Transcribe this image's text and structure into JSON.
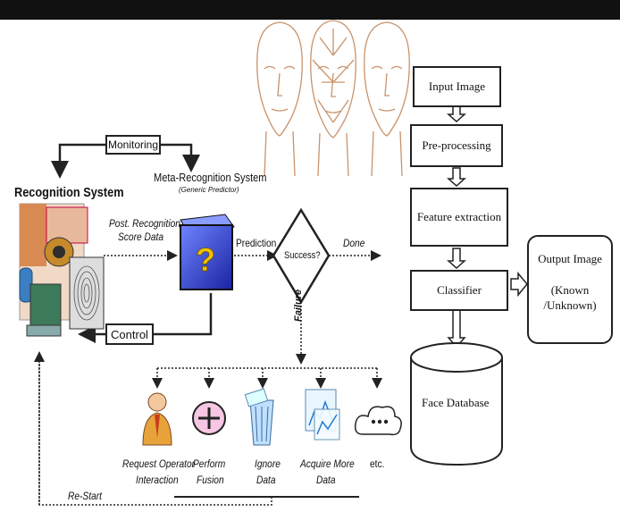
{
  "left_diagram": {
    "monitoring": "Monitoring",
    "recognition_system": "Recognition System",
    "meta_recognition": "Meta-Recognition System",
    "generic_predictor": "(Generic Predictor)",
    "post_recognition_1": "Post. Recognition",
    "post_recognition_2": "Score Data",
    "prediction": "Prediction",
    "success": "Success?",
    "done": "Done",
    "failure": "Failure",
    "control": "Control",
    "actions": [
      {
        "line1": "Request Operator",
        "line2": "Interaction"
      },
      {
        "line1": "Perform",
        "line2": "Fusion"
      },
      {
        "line1": "Ignore",
        "line2": "Data"
      },
      {
        "line1": "Acquire More",
        "line2": "Data"
      },
      {
        "line1": "etc.",
        "line2": ""
      }
    ],
    "restart": "Re-Start"
  },
  "right_diagram": {
    "input_image": "Input Image",
    "preprocessing": "Pre-processing",
    "feature_extraction": "Feature extraction",
    "classifier": "Classifier",
    "face_database": "Face Database",
    "output_image": "Output Image",
    "output_known": "(Known",
    "output_unknown": "/Unknown)"
  },
  "colors": {
    "line": "#222222",
    "face_sketch": "#c9926a",
    "cube_blue": "#2a3fd0",
    "question": "#f2c200",
    "operator_orange": "#e8a23a",
    "fusion_pink": "#f6c6e2"
  }
}
